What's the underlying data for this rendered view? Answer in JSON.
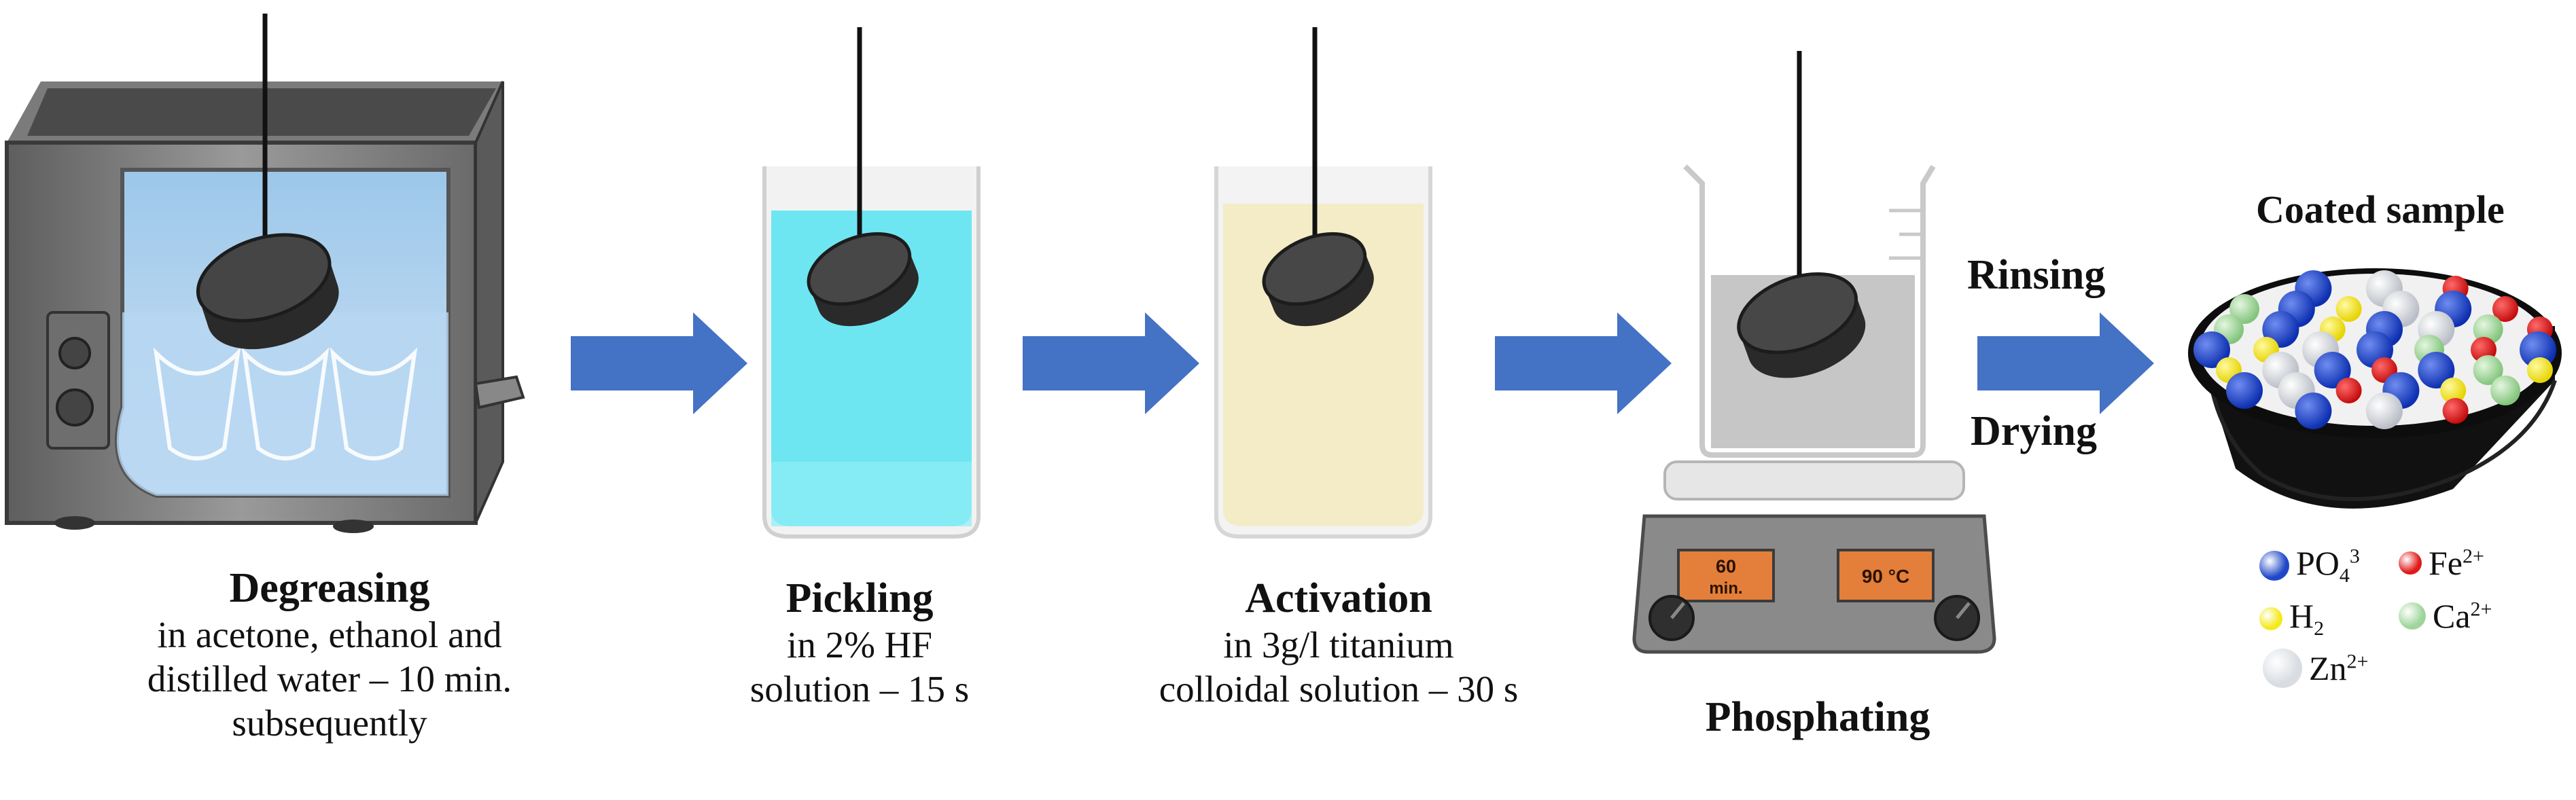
{
  "steps": [
    {
      "title": "Degreasing",
      "lines": [
        "in acetone, ethanol and",
        "distilled water – 10 min.",
        "subsequently"
      ]
    },
    {
      "title": "Pickling",
      "lines": [
        "in 2% HF",
        "solution – 15 s"
      ]
    },
    {
      "title": "Activation",
      "lines": [
        "in 3g/l titanium",
        "colloidal solution – 30 s"
      ]
    },
    {
      "title": "Phosphating",
      "lines": []
    }
  ],
  "hotplate": {
    "time_display": "60",
    "time_unit": "min.",
    "temp_display": "90 °C"
  },
  "final": {
    "rinsing_label": "Rinsing",
    "drying_label": "Drying",
    "title": "Coated sample"
  },
  "legend": [
    {
      "label": "PO",
      "sub": "4",
      "sup": "3",
      "color": "#1f47c8"
    },
    {
      "label": "Fe",
      "sub": "",
      "sup": "2+",
      "color": "#e01a1a"
    },
    {
      "label": "H",
      "sub": "2",
      "sup": "",
      "color": "#f4ea1c"
    },
    {
      "label": "Ca",
      "sub": "",
      "sup": "2+",
      "color": "#9fd59a"
    },
    {
      "label": "Zn",
      "sub": "",
      "sup": "2+",
      "color": "#d9dde2"
    }
  ],
  "colors": {
    "arrow": "#4472c4",
    "hf_solution": "#6ee6f2",
    "titanium_solution": "#f3ecc6",
    "phosphate_bath": "#c6c6c6",
    "sample": "#3a3a3a",
    "display": "#e37f3a"
  }
}
